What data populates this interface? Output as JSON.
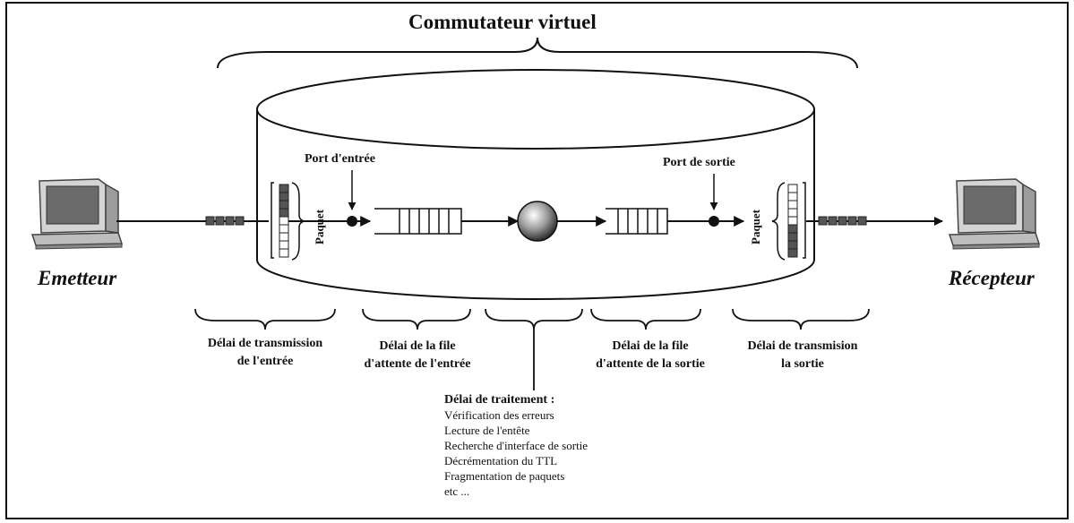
{
  "title": "Commutateur virtuel",
  "emetteur": "Emetteur",
  "recepteur": "Récepteur",
  "port_entree": "Port d'entrée",
  "port_sortie": "Port de sortie",
  "paquet": "Paquet",
  "delais": {
    "transmission_entree": [
      "Délai de transmission",
      "de l'entrée"
    ],
    "file_entree": [
      "Délai de la file",
      "d'attente de l'entrée"
    ],
    "file_sortie": [
      "Délai de la file",
      "d'attente de la sortie"
    ],
    "transmission_sortie": [
      "Délai de transmision",
      "la sortie"
    ]
  },
  "traitement": {
    "title": "Délai de traitement :",
    "items": [
      "Vérification des erreurs",
      "Lecture de l'entête",
      "Recherche d'interface de sortie",
      "Décrémentation du TTL",
      "Fragmentation de paquets",
      "etc ..."
    ]
  },
  "colors": {
    "line": "#111111",
    "screen": "#6b6b6b",
    "computer_body": "#cfcfcf",
    "queue_fill": "#555555"
  }
}
